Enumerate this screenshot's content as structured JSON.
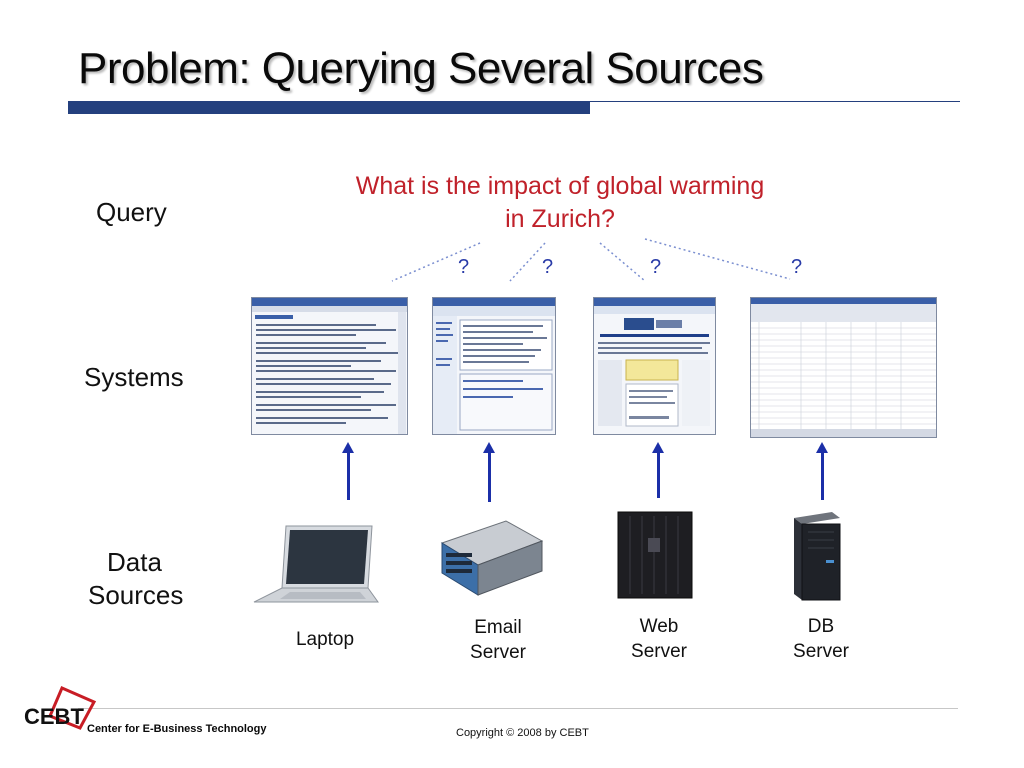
{
  "slide": {
    "title": "Problem: Querying Several Sources",
    "query_label": "Query",
    "systems_label": "Systems",
    "data_sources_label_1": "Data",
    "data_sources_label_2": "Sources",
    "question_line_1": "What is the impact of global warming",
    "question_line_2": "in Zurich?",
    "question_mark": "?"
  },
  "sources": [
    {
      "name": "laptop",
      "label_1": "Laptop",
      "label_2": ""
    },
    {
      "name": "email-server",
      "label_1": "Email",
      "label_2": "Server"
    },
    {
      "name": "web-server",
      "label_1": "Web",
      "label_2": "Server"
    },
    {
      "name": "db-server",
      "label_1": "DB",
      "label_2": "Server"
    }
  ],
  "footer": {
    "logo_text": "CEBT",
    "org_name": "Center for E-Business Technology",
    "copyright": "Copyright © 2008 by CEBT"
  },
  "colors": {
    "title_bar": "#24407e",
    "question_red": "#c0212a",
    "arrow_blue": "#1b2fa8"
  }
}
